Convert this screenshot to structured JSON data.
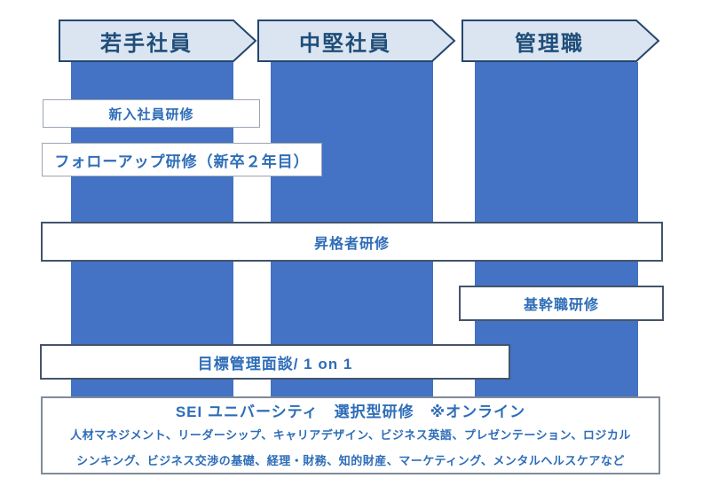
{
  "diagram": {
    "stages": [
      {
        "label": "若手社員"
      },
      {
        "label": "中堅社員"
      },
      {
        "label": "管理職"
      }
    ],
    "trainings": {
      "shinnyu": {
        "label": "新入社員研修"
      },
      "followup": {
        "label": "フォローアップ研修（新卒２年目）"
      },
      "shokaku": {
        "label": "昇格者研修"
      },
      "kikan": {
        "label": "基幹職研修"
      },
      "mbo": {
        "label": "目標管理面談/ 1 on 1"
      }
    },
    "university": {
      "title": "SEI ユニバーシティ　選択型研修　※オンライン",
      "lines": [
        "人材マネジメント、リーダーシップ、キャリアデザイン、ビジネス英語、プレゼンテーション、ロジカル",
        "シンキング、ビジネス交渉の基礎、経理・財務、知的財産、マーケティング、メンタルヘルスケアなど"
      ]
    },
    "colors": {
      "column_fill": "#4472C4",
      "chevron_fill": "#DBE5F1",
      "chevron_border": "#24466E",
      "chevron_text": "#1F4E79",
      "box_border_dark": "#44546A",
      "box_border_light": "#9AA5B1",
      "box_text": "#2E6DB8",
      "background": "#FFFFFF"
    }
  }
}
